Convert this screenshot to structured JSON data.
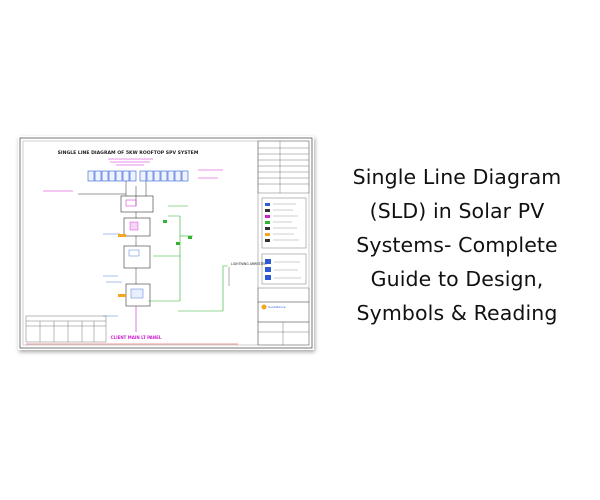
{
  "diagram": {
    "title": "SINGLE LINE DIAGRAM OF 5KW ROOFTOP SPV SYSTEM",
    "client_panel": "CLIENT MAIN LT PANEL",
    "lightning_arrester": "LIGHTNING ARRESTER",
    "logo": "SunAlliance",
    "colors": {
      "magenta": "#d01fd0",
      "green": "#2fb52f",
      "blue": "#2d5bd6",
      "line": "#333333",
      "red": "#e03030"
    }
  },
  "headline": {
    "lines": [
      "Single Line Diagram",
      "(SLD) in Solar PV",
      "Systems- Complete",
      "Guide to Design,",
      "Symbols & Reading"
    ]
  }
}
